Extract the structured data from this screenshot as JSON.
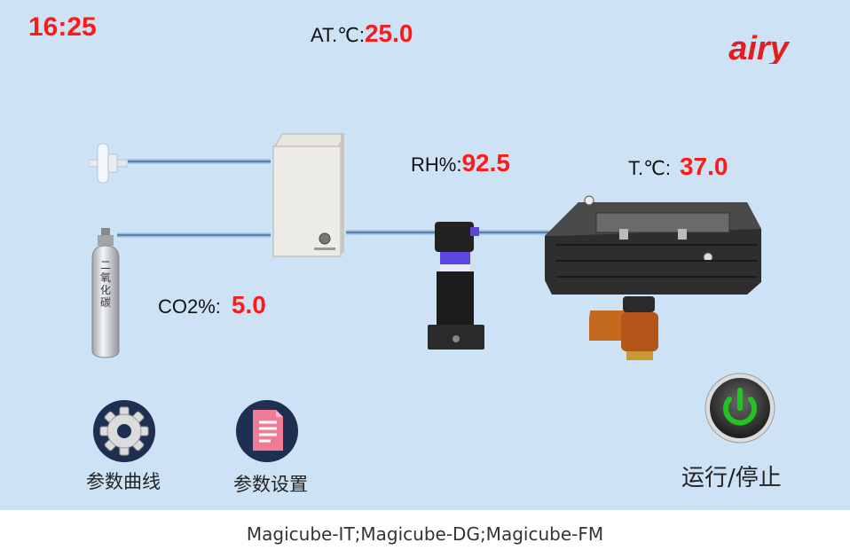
{
  "screen": {
    "time": "16:25",
    "ambient_temp": {
      "label": "AT.℃:",
      "value": "25.0"
    },
    "humidity": {
      "label": "RH%:",
      "value": "92.5"
    },
    "temperature": {
      "label": "T.℃:",
      "value": "37.0"
    },
    "co2": {
      "label": "CO2%:",
      "value": "5.0"
    },
    "brand": "airy",
    "co2_cylinder_text": "二氧化碳"
  },
  "buttons": {
    "curves": {
      "label": "参数曲线",
      "icon": "gear-icon"
    },
    "settings": {
      "label": "参数设置",
      "icon": "document-icon"
    },
    "power": {
      "label": "运行/停止",
      "icon": "power-icon"
    }
  },
  "footer": {
    "caption": "Magicube-IT;Magicube-DG;Magicube-FM"
  },
  "colors": {
    "background": "#cde3f5",
    "value_red": "#ff1a1a",
    "power_green": "#22c322"
  }
}
